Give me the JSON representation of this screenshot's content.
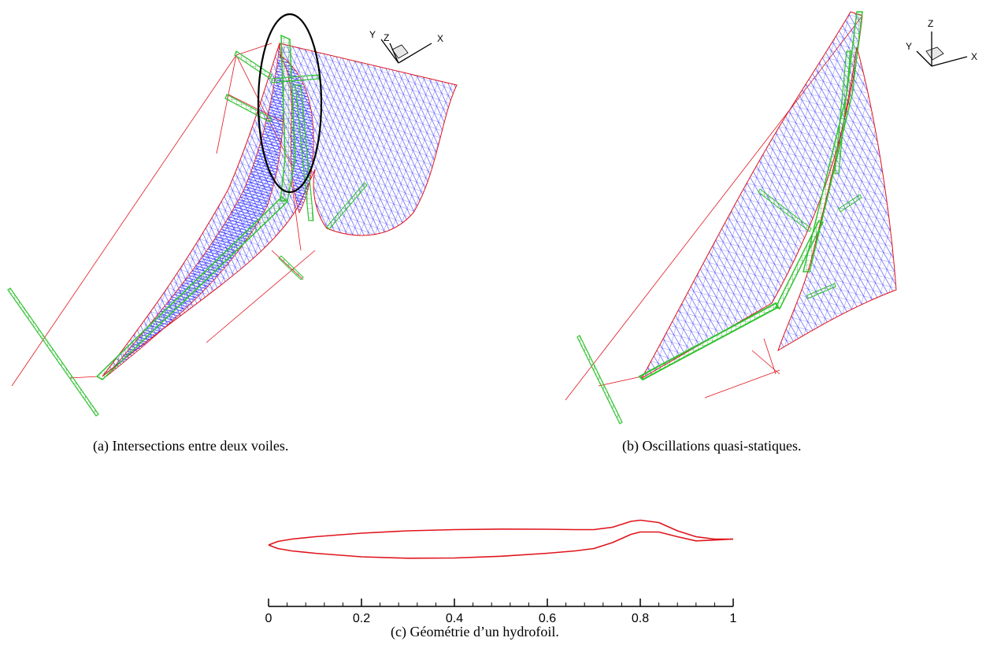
{
  "figure": {
    "panel_a": {
      "caption": "(a)  Intersections entre deux voiles.",
      "axes": {
        "x": "X",
        "y": "Y",
        "z": "Z"
      }
    },
    "panel_b": {
      "caption": "(b)  Oscillations quasi-statiques.",
      "axes": {
        "x": "X",
        "y": "Y",
        "z": "Z"
      }
    },
    "panel_c": {
      "caption": "(c)  Géométrie d’un hydrofoil."
    }
  },
  "colors": {
    "mesh": "#2a2aff",
    "outline": "#e0141c",
    "spar": "#2fc42f",
    "highlight": "#000000"
  },
  "chart_data": {
    "type": "line",
    "title": "",
    "xlabel": "",
    "ylabel": "",
    "xlim": [
      0,
      1
    ],
    "x_ticks": [
      "0",
      "0.2",
      "0.4",
      "0.6",
      "0.8",
      "1"
    ],
    "series": [
      {
        "x": [
          0.0,
          0.02,
          0.05,
          0.1,
          0.2,
          0.3,
          0.4,
          0.5,
          0.6,
          0.66,
          0.7,
          0.74,
          0.78,
          0.8,
          0.84,
          0.88,
          0.92,
          0.96,
          1.0
        ],
        "y": [
          0.0,
          0.03,
          0.05,
          0.07,
          0.1,
          0.12,
          0.13,
          0.135,
          0.133,
          0.13,
          0.13,
          0.15,
          0.2,
          0.21,
          0.19,
          0.12,
          0.07,
          0.05,
          0.05
        ]
      },
      {
        "x": [
          0.0,
          0.02,
          0.05,
          0.1,
          0.2,
          0.3,
          0.4,
          0.5,
          0.6,
          0.66,
          0.7,
          0.74,
          0.78,
          0.8,
          0.84,
          0.88,
          0.92,
          0.96,
          1.0
        ],
        "y": [
          0.0,
          -0.03,
          -0.05,
          -0.07,
          -0.1,
          -0.112,
          -0.11,
          -0.095,
          -0.07,
          -0.05,
          -0.03,
          0.02,
          0.09,
          0.11,
          0.11,
          0.07,
          0.035,
          0.042,
          0.05
        ]
      }
    ]
  }
}
